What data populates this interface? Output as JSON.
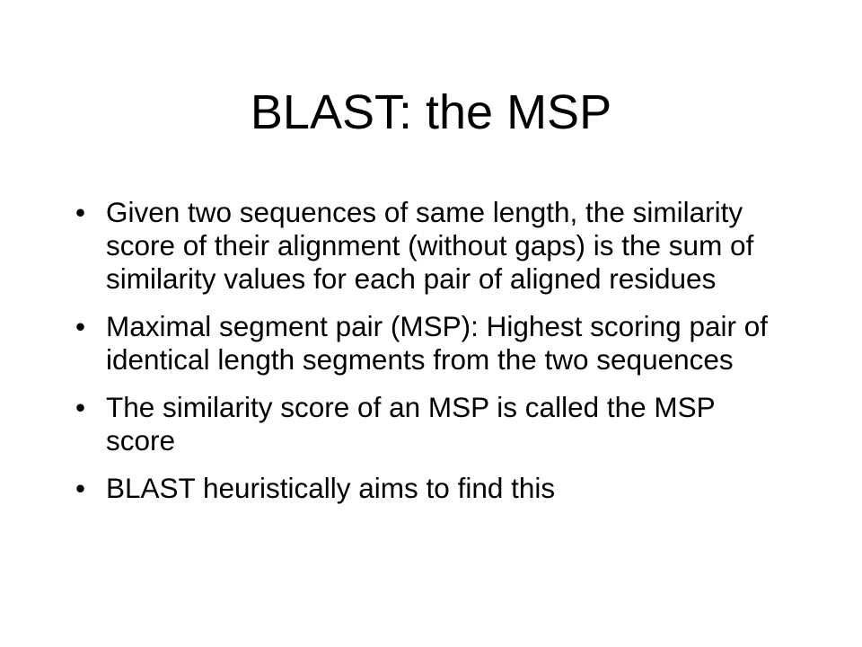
{
  "slide": {
    "title": "BLAST: the MSP",
    "bullet_glyph": "•",
    "bullets": [
      "Given two sequences of same length, the similarity score of their alignment (without gaps) is the sum of similarity values for each pair of aligned residues",
      "Maximal segment pair (MSP): Highest scoring pair of identical length segments from the two sequences",
      "The similarity score of an MSP is called the MSP score",
      "BLAST heuristically aims to find this"
    ]
  }
}
